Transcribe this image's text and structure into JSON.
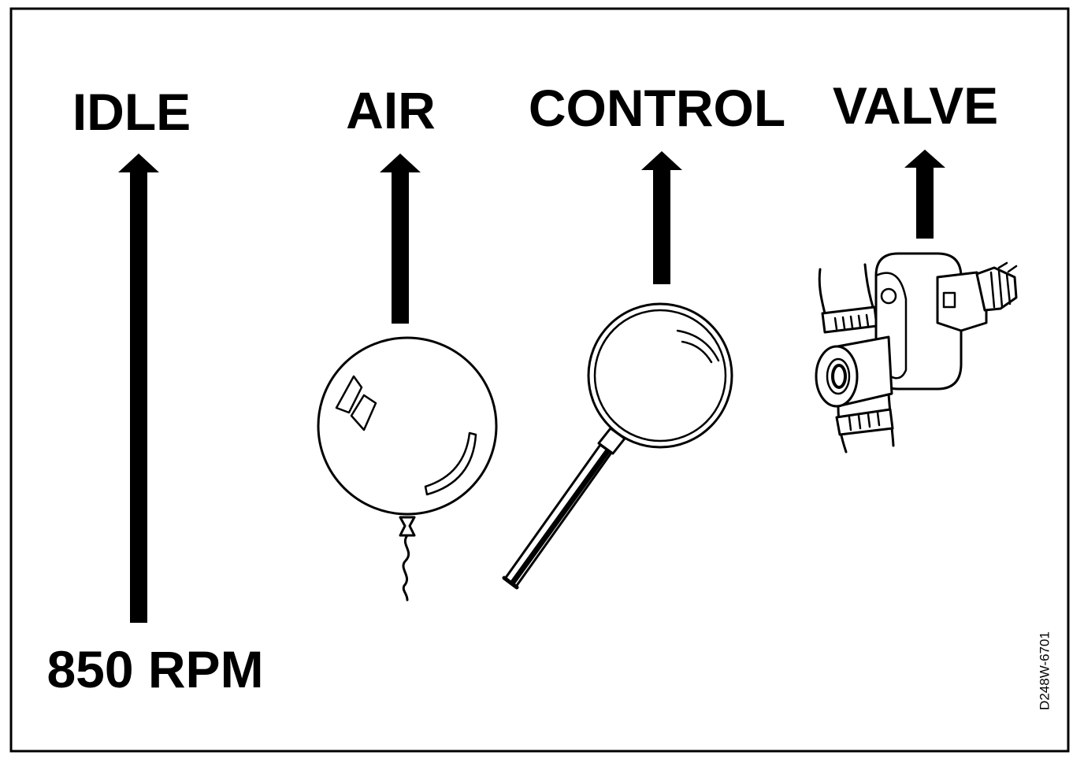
{
  "labels": {
    "idle": "IDLE",
    "air": "AIR",
    "control": "CONTROL",
    "valve": "VALVE",
    "rpm": "850 RPM",
    "figure_code": "D248W-6701"
  },
  "icons": {
    "arrow": "arrow-up-icon",
    "balloon": "balloon-icon",
    "magnifier": "magnifying-glass-icon",
    "valve": "idle-air-control-valve-icon"
  },
  "colors": {
    "ink": "#000000",
    "paper": "#ffffff"
  }
}
